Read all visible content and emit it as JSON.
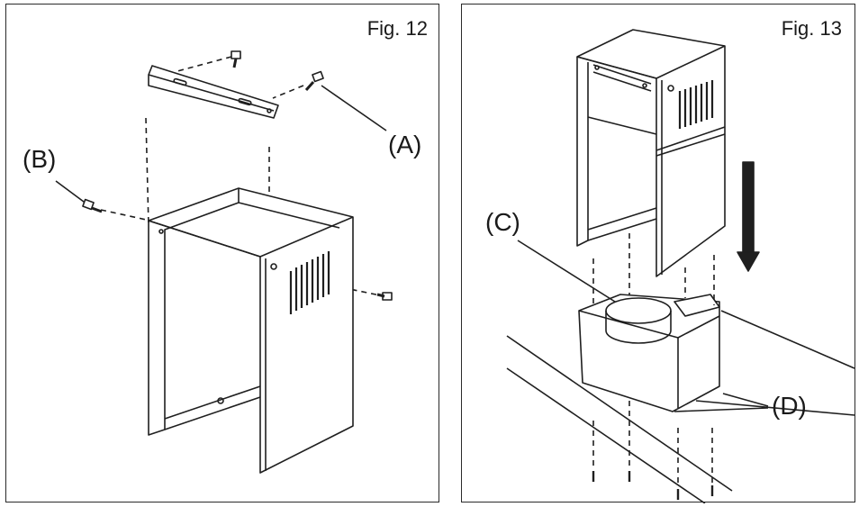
{
  "figures": [
    {
      "title": "Fig. 12",
      "callouts": {
        "a": "(A)",
        "b": "(B)"
      }
    },
    {
      "title": "Fig. 13",
      "callouts": {
        "c": "(C)",
        "d": "(D)"
      }
    }
  ]
}
